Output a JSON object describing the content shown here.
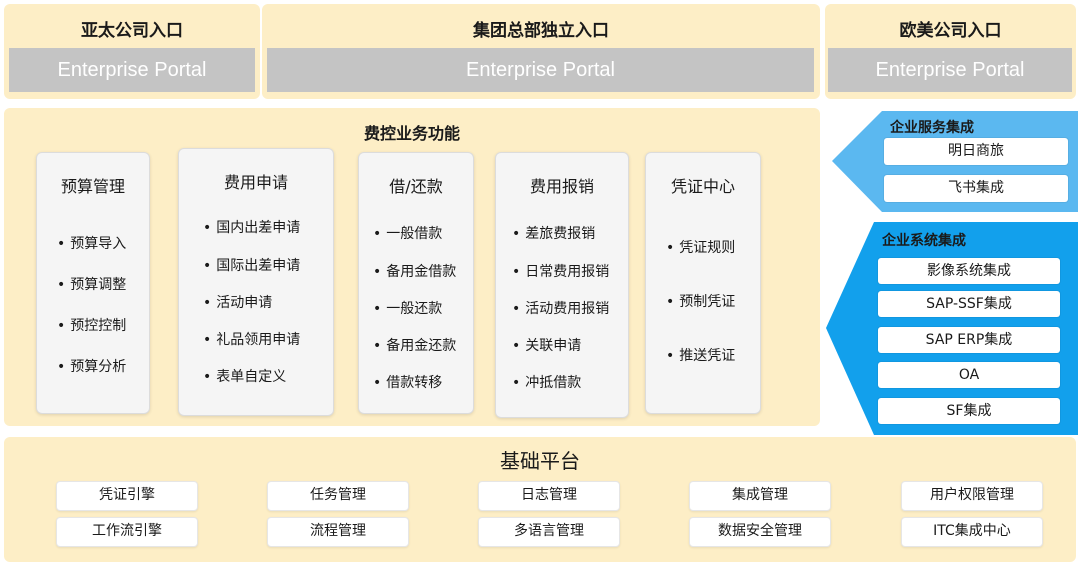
{
  "entrances": [
    {
      "title": "亚太公司入口",
      "portal": "Enterprise Portal"
    },
    {
      "title": "集团总部独立入口",
      "portal": "Enterprise Portal"
    },
    {
      "title": "欧美公司入口",
      "portal": "Enterprise Portal"
    }
  ],
  "expense": {
    "title": "费控业务功能",
    "modules": [
      {
        "title": "预算管理",
        "items": [
          "预算导入",
          "预算调整",
          "预控控制",
          "预算分析"
        ]
      },
      {
        "title": "费用申请",
        "items": [
          "国内出差申请",
          "国际出差申请",
          "活动申请",
          "礼品领用申请",
          "表单自定义"
        ]
      },
      {
        "title": "借/还款",
        "items": [
          "一般借款",
          "备用金借款",
          "一般还款",
          "备用金还款",
          "借款转移"
        ]
      },
      {
        "title": "费用报销",
        "items": [
          "差旅费报销",
          "日常费用报销",
          "活动费用报销",
          "关联申请",
          "冲抵借款"
        ]
      },
      {
        "title": "凭证中心",
        "items": [
          "凭证规则",
          "预制凭证",
          "推送凭证"
        ]
      }
    ]
  },
  "service_integration": {
    "title": "企业服务集成",
    "items": [
      "明日商旅",
      "飞书集成"
    ],
    "color": "#5bb8f0"
  },
  "system_integration": {
    "title": "企业系统集成",
    "items": [
      "影像系统集成",
      "SAP-SSF集成",
      "SAP ERP集成",
      "OA",
      "SF集成"
    ],
    "color": "#12a0ec"
  },
  "platform": {
    "title": "基础平台",
    "items": [
      "凭证引擎",
      "工作流引擎",
      "任务管理",
      "流程管理",
      "日志管理",
      "多语言管理",
      "集成管理",
      "数据安全管理",
      "用户权限管理",
      "ITC集成中心"
    ]
  },
  "colors": {
    "panel": "#fdeec6",
    "portal": "#c4c4c4"
  }
}
